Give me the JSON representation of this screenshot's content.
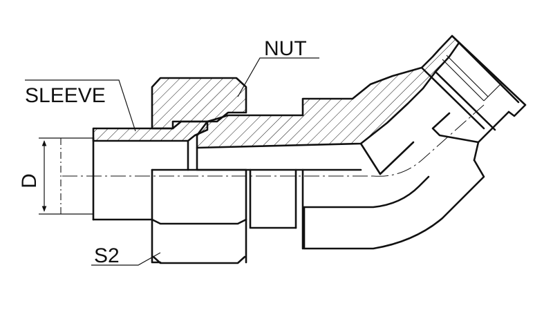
{
  "labels": {
    "nut": "NUT",
    "sleeve": "SLEEVE",
    "dimension": "D",
    "hex_size": "S2"
  },
  "colors": {
    "line": "#111111",
    "background": "#ffffff"
  }
}
